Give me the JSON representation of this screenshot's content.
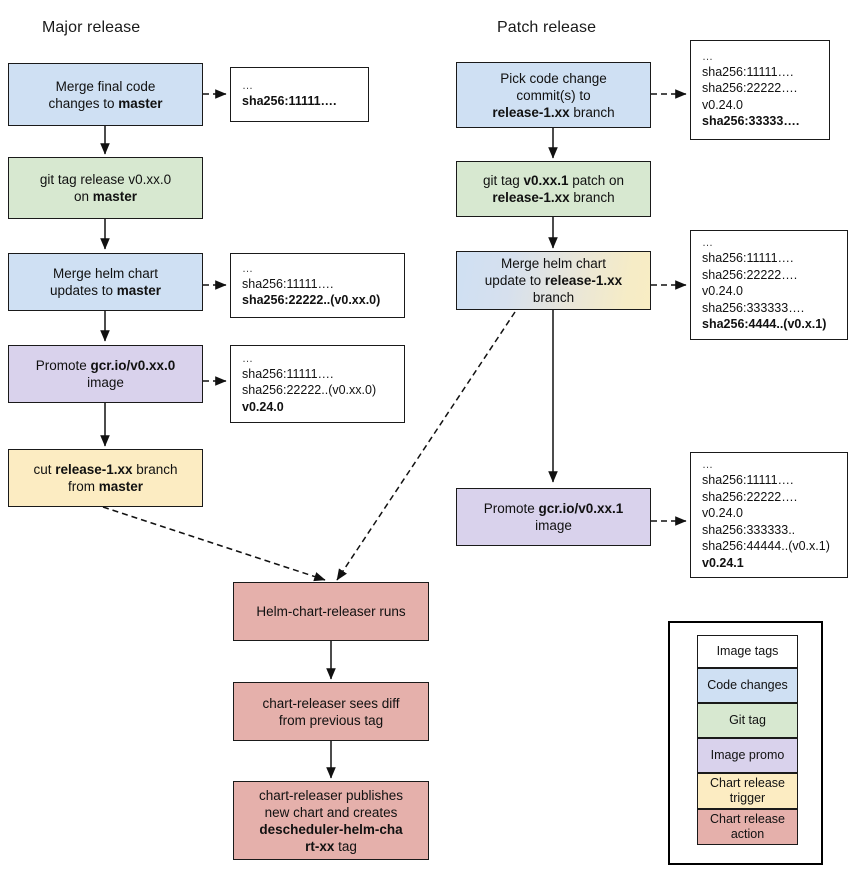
{
  "diagram": {
    "title_major": "Major release",
    "title_patch": "Patch release"
  },
  "legend": {
    "items": [
      {
        "label": "Image tags",
        "color": "#ffffff"
      },
      {
        "label": "Code changes",
        "color": "#cfe0f3"
      },
      {
        "label": "Git tag",
        "color": "#d7e8d0"
      },
      {
        "label": "Image promo",
        "color": "#d9d2ec"
      },
      {
        "label": "Chart release trigger",
        "color": "#fcecc2"
      },
      {
        "label": "Chart release action",
        "color": "#e5b0ab"
      }
    ]
  },
  "major": {
    "n1": {
      "text": "Merge final code changes to master",
      "type": "code-changes"
    },
    "n2": {
      "text": "git tag release v0.xx.0 on master",
      "type": "git-tag"
    },
    "n3": {
      "text": "Merge helm chart updates to master",
      "type": "code-changes"
    },
    "n4": {
      "text": "Promote gcr.io/v0.xx.0 image",
      "type": "image-promo"
    },
    "n5": {
      "text": "cut release-1.xx branch from master",
      "type": "chart-release-trigger"
    },
    "tag1": {
      "lines": [
        "…",
        "sha256:11111…."
      ],
      "bold": [
        false,
        true
      ]
    },
    "tag3": {
      "lines": [
        "…",
        "sha256:11111….",
        "sha256:22222..(v0.xx.0)"
      ],
      "bold": [
        false,
        false,
        true
      ]
    },
    "tag4": {
      "lines": [
        "…",
        "sha256:11111….",
        "sha256:22222..(v0.xx.0)",
        "v0.24.0"
      ],
      "bold": [
        false,
        false,
        false,
        true
      ]
    }
  },
  "patch": {
    "p1": {
      "text": "Pick code change commit(s) to release-1.xx branch",
      "type": "code-changes"
    },
    "p2": {
      "text": "git tag v0.xx.1 patch on release-1.xx branch",
      "type": "git-tag"
    },
    "p3": {
      "text": "Merge helm chart update to release-1.xx branch",
      "type": "code-changes-and-trigger"
    },
    "p4": {
      "text": "Promote gcr.io/v0.xx.1 image",
      "type": "image-promo"
    },
    "tagp1": {
      "lines": [
        "…",
        "sha256:11111….",
        "sha256:22222….",
        "v0.24.0",
        "sha256:33333…."
      ],
      "bold": [
        false,
        false,
        false,
        false,
        true
      ]
    },
    "tagp3": {
      "lines": [
        "…",
        "sha256:11111….",
        "sha256:22222….",
        "v0.24.0",
        "sha256:333333….",
        "sha256:4444..(v0.x.1)"
      ],
      "bold": [
        false,
        false,
        false,
        false,
        false,
        true
      ]
    },
    "tagp4": {
      "lines": [
        "…",
        "sha256:11111….",
        "sha256:22222….",
        "v0.24.0",
        "sha256:333333..",
        "sha256:44444..(v0.x.1)",
        "v0.24.1"
      ],
      "bold": [
        false,
        false,
        false,
        false,
        false,
        false,
        true
      ]
    }
  },
  "bottom": {
    "b1": {
      "text": "Helm-chart-releaser runs",
      "type": "chart-release-action"
    },
    "b2": {
      "text": "chart-releaser sees diff from previous tag",
      "type": "chart-release-action"
    },
    "b3": {
      "text": "chart-releaser publishes new chart and creates descheduler-helm-chart-xx tag",
      "type": "chart-release-action"
    }
  },
  "colors": {
    "code_changes": "#cfe0f3",
    "git_tag": "#d7e8d0",
    "image_promo": "#d9d2ec",
    "chart_release_trigger": "#fcecc2",
    "chart_release_action": "#e5b0ab",
    "stroke": "#1a1a1a",
    "background": "#ffffff"
  }
}
